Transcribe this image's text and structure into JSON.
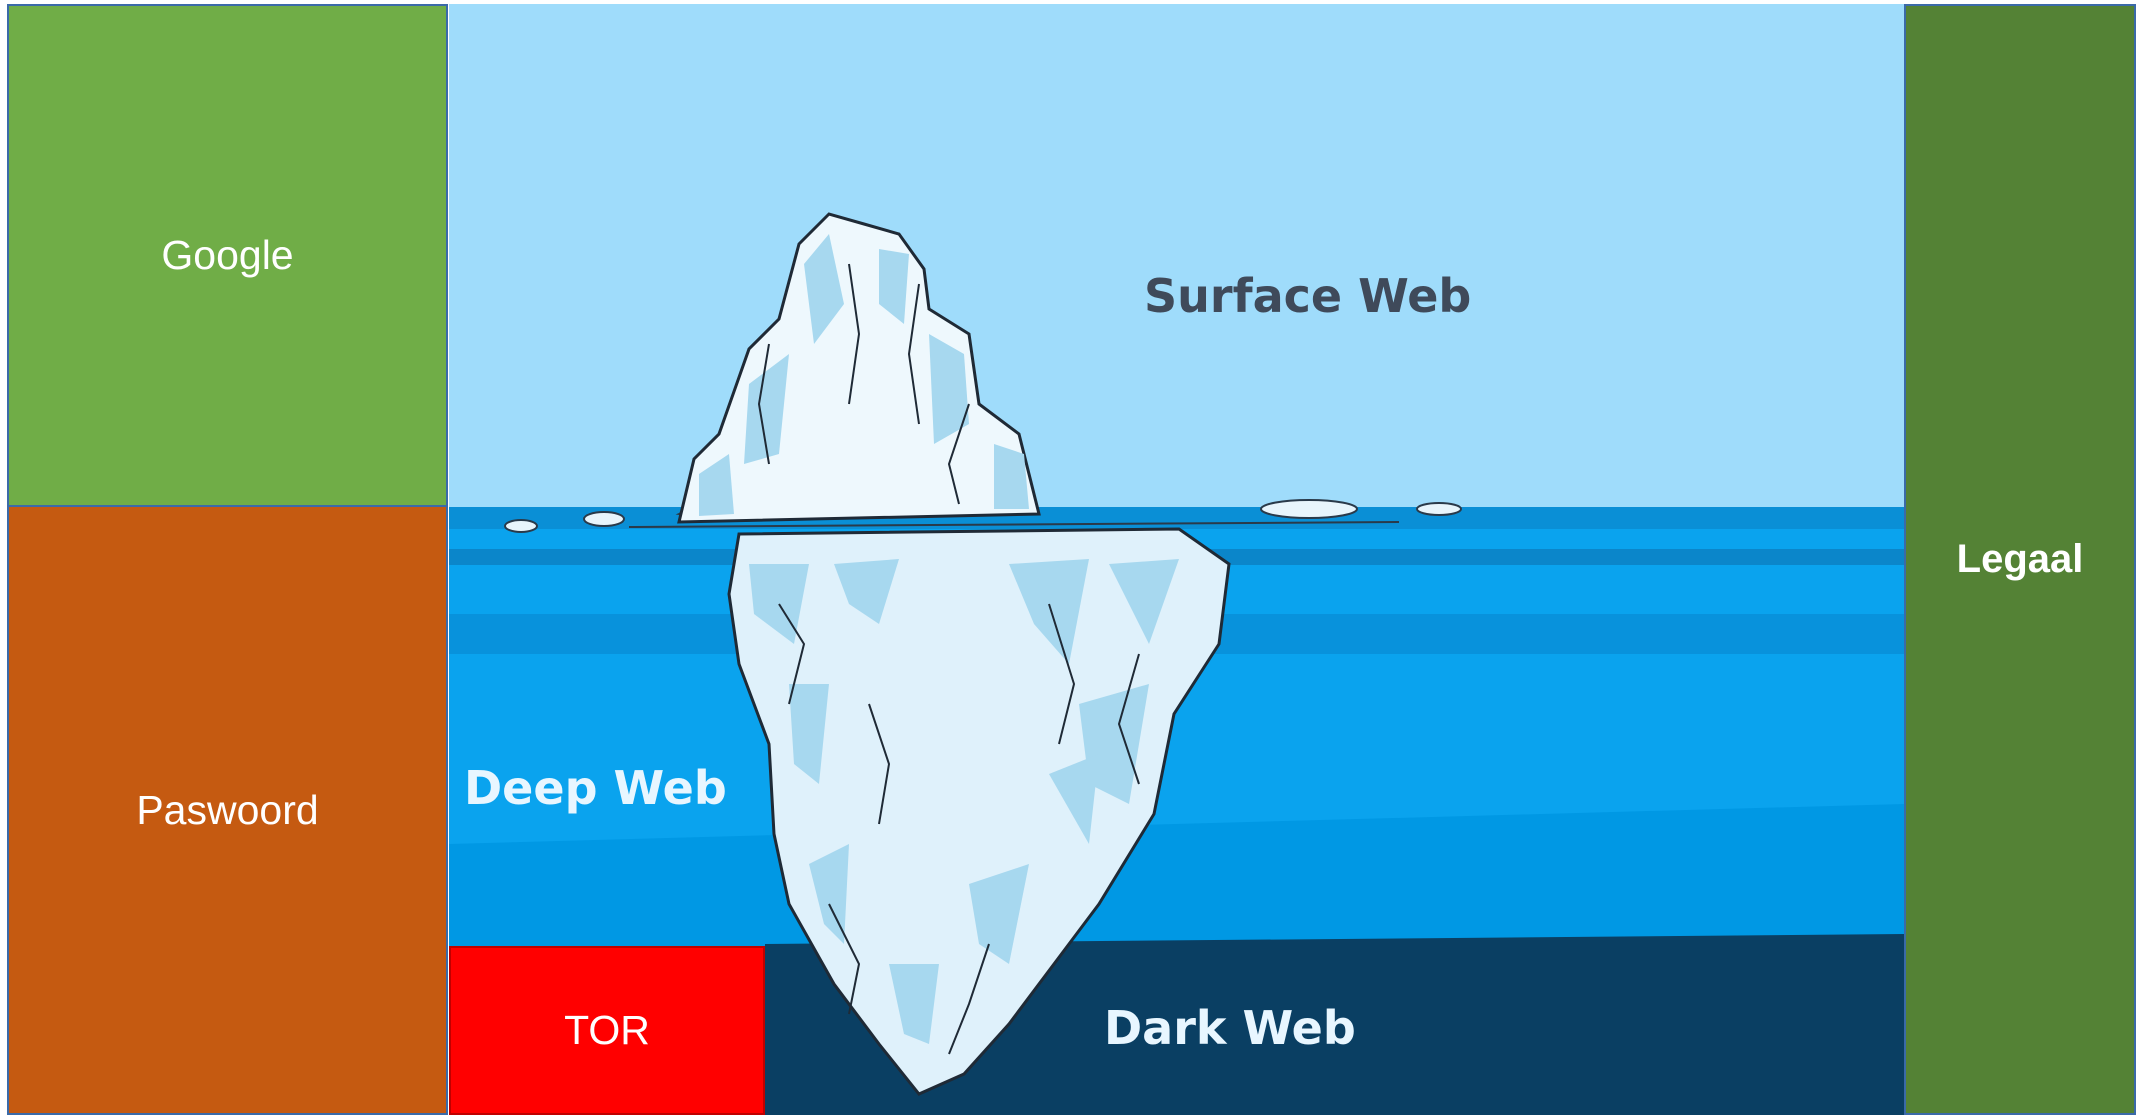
{
  "panels": {
    "google": "Google",
    "password": "Paswoord",
    "legal": "Legaal",
    "tor": "TOR"
  },
  "iceberg": {
    "surface": "Surface Web",
    "deep": "Deep Web",
    "dark": "Dark Web"
  },
  "colors": {
    "google_panel": "#70ad47",
    "password_panel": "#c55a11",
    "legal_panel": "#548235",
    "tor_panel": "#ff0000",
    "sky": "#9fdcfb",
    "shallow_water": "#0aa3ee",
    "deep_water": "#0088d0",
    "dark_water": "#0a3f63",
    "ice": "#e8f5fc",
    "ice_shadow": "#a7d8ef"
  }
}
